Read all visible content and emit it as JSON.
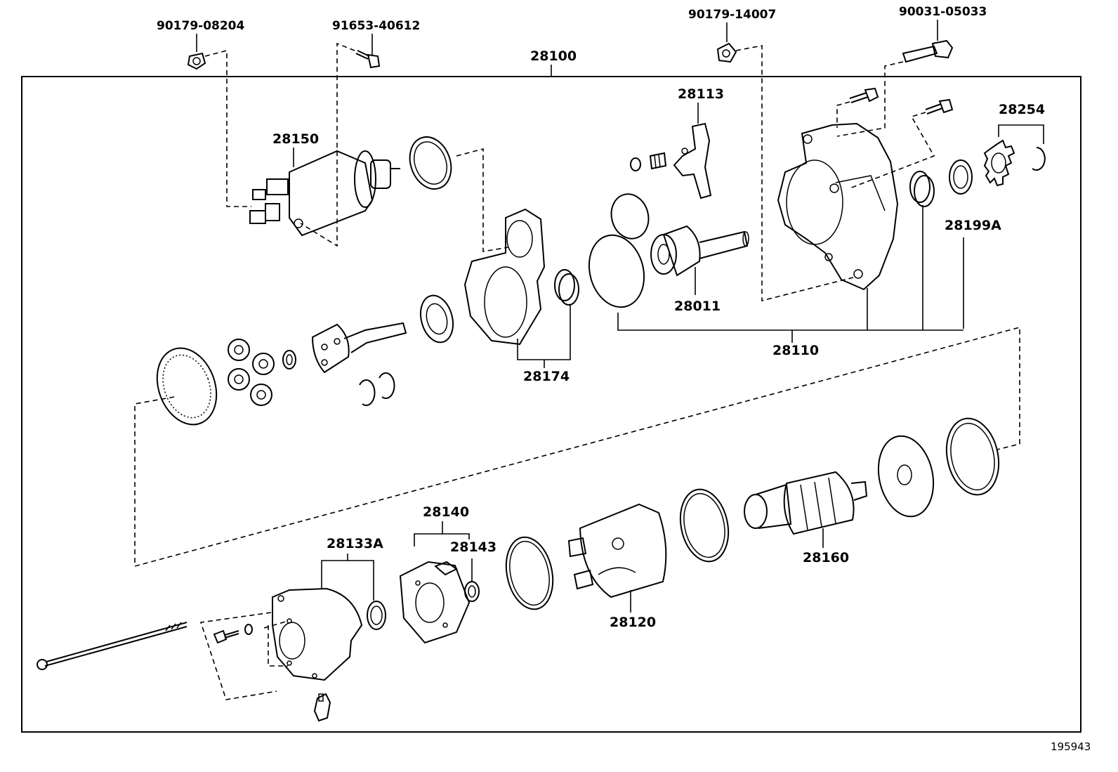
{
  "diagram": {
    "reference_number": "195943",
    "assembly_label": "28100",
    "parts": {
      "bolt_top_left": "90179-08204",
      "screw_top": "91653-40612",
      "nut_top_mid": "90179-14007",
      "bolt_top_right": "90031-05033",
      "solenoid": "28150",
      "lever": "28113",
      "pinion_gear": "28254",
      "retainer_ring": "28199A",
      "clutch": "28011",
      "housing": "28110",
      "planetary": "28174",
      "brush_holder_set": "28140",
      "brush_spring": "28143",
      "end_frame": "28133A",
      "yoke": "28120",
      "armature": "28160"
    }
  }
}
